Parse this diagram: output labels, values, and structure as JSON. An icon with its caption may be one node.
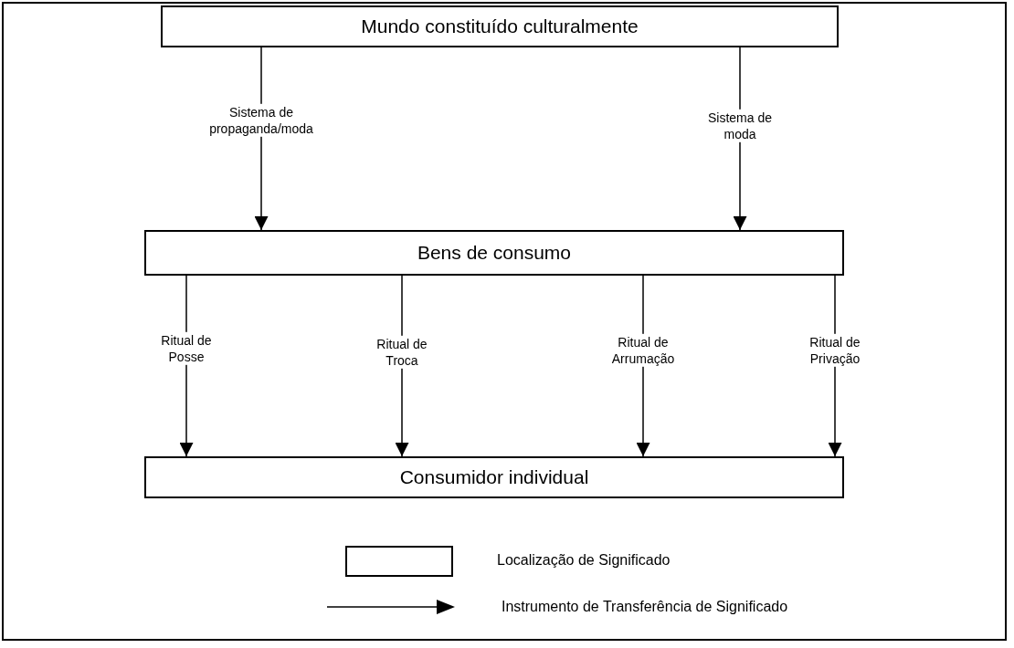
{
  "diagram": {
    "nodes": [
      {
        "text": [
          "Mundo constituído culturalmente"
        ]
      },
      {
        "text": [
          "Bens de consumo"
        ]
      },
      {
        "text": [
          "Consumidor individual"
        ]
      }
    ],
    "edges": [
      {
        "from": 0,
        "to": 1,
        "arrow": "to",
        "label": "Sistema de propaganda/moda"
      },
      {
        "from": 0,
        "to": 1,
        "arrow": "to",
        "label": "Sistema de moda"
      },
      {
        "from": 1,
        "to": 2,
        "arrow": "to",
        "label": "Ritual de Posse"
      },
      {
        "from": 1,
        "to": 2,
        "arrow": "to",
        "label": "Ritual de Troca"
      },
      {
        "from": 1,
        "to": 2,
        "arrow": "to",
        "label": "Ritual de Arrumação"
      },
      {
        "from": 1,
        "to": 2,
        "arrow": "to",
        "label": "Ritual de Privação"
      }
    ],
    "legend": [
      {
        "text": "Localização de Significado"
      },
      {
        "text": "Instrumento de Transferência de Significado"
      }
    ]
  }
}
